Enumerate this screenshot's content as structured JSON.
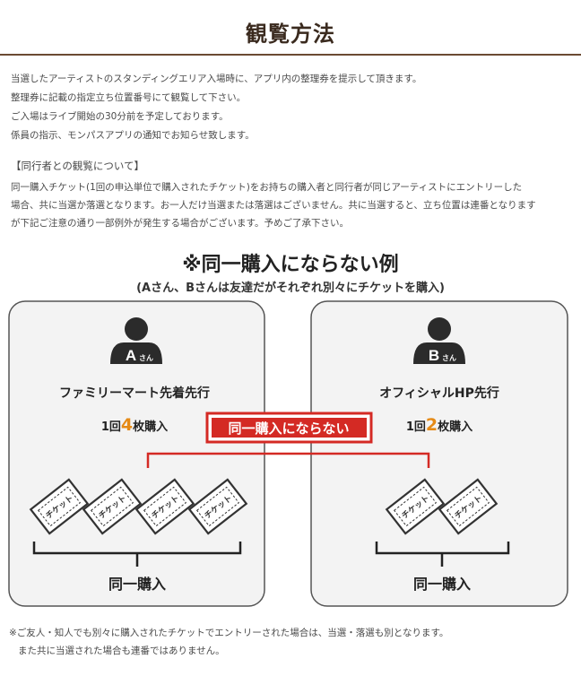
{
  "page": {
    "title": "観覧方法"
  },
  "intro": {
    "line1": "当選したアーティストのスタンディングエリア入場時に、アプリ内の整理券を提示して頂きます。",
    "line2": "整理券に記載の指定立ち位置番号にて観覧して下さい。",
    "line3": "ご入場はライブ開始の30分前を予定しております。",
    "line4": "係員の指示、モンパスアプリの通知でお知らせ致します。"
  },
  "companion": {
    "heading": "【同行者との観覧について】",
    "line1": "同一購入チケット(1回の申込単位で購入されたチケット)をお持ちの購入者と同行者が同じアーティストにエントリーした",
    "line2": "場合、共に当選か落選となります。お一人だけ当選または落選はございません。共に当選すると、立ち位置は連番となります",
    "line3": "が下記ご注意の通り一部例外が発生する場合がございます。予めご了承下さい。"
  },
  "example": {
    "title": "※同一購入にならない例",
    "subtitle": "(Aさん、Bさんは友達だがそれぞれ別々にチケットを購入)",
    "badge": "同一購入にならない",
    "ticket_label": "チケット",
    "left": {
      "person": "A",
      "person_suffix": "さん",
      "store": "ファミリーマート先着先行",
      "count_pre": "1回",
      "count_num": "4",
      "count_post": "枚購入",
      "tickets": 4,
      "group_label": "同一購入"
    },
    "right": {
      "person": "B",
      "person_suffix": "さん",
      "store": "オフィシャルHP先行",
      "count_pre": "1回",
      "count_num": "2",
      "count_post": "枚購入",
      "tickets": 2,
      "group_label": "同一購入"
    }
  },
  "note": {
    "line1": "※ご友人・知人でも別々に購入されたチケットでエントリーされた場合は、当選・落選も別となります。",
    "line2": "また共に当選された場合も連番ではありません。"
  },
  "colors": {
    "title_rule": "#6b4a33",
    "accent_red": "#d42a24",
    "accent_orange": "#e58a16",
    "panel_bg": "#f3f3f3",
    "person_fill": "#2b2b2b"
  }
}
